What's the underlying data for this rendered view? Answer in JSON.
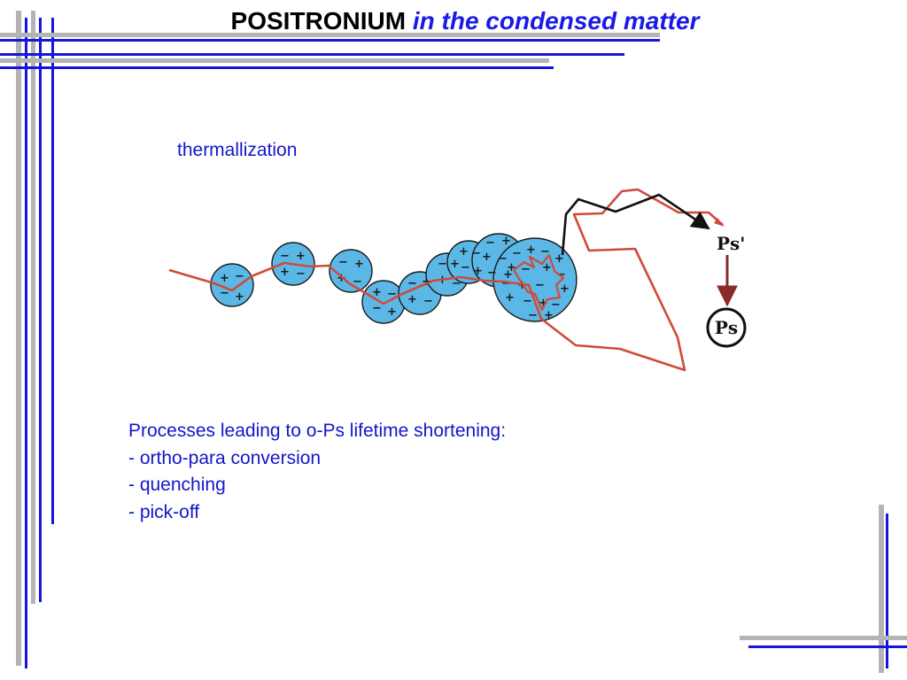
{
  "title": {
    "part1": "POSITRONIUM",
    "part2": "in the condensed",
    "part3": "matter"
  },
  "diagram": {
    "caption": "thermallization",
    "ps_prime_label": "Ps'",
    "ps_label": "Ps"
  },
  "body": {
    "heading": "Processes leading to o-Ps lifetime shortening:",
    "items": [
      "- ortho-para conversion",
      "- quenching",
      "- pick-off"
    ]
  },
  "colors": {
    "accent_blue": "#1515cc",
    "line_gray": "#b4b4b4",
    "bubble_fill": "#5bb8e6",
    "track_red": "#d04a3a",
    "arrow_dark_red": "#8a2c26"
  }
}
